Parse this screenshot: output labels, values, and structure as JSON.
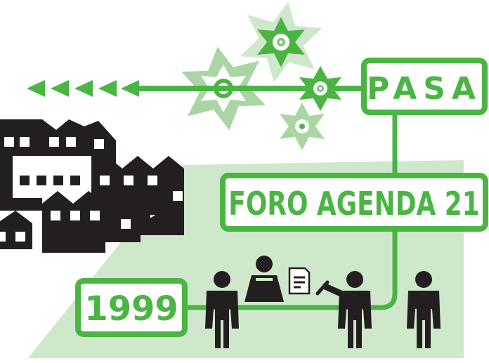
{
  "labels": {
    "pasa": "PASA",
    "foro": "FORO AGENDA 21",
    "year": "1999"
  },
  "colors": {
    "green": "#4bb543",
    "light_green": "#cfe8cb",
    "star_light": "#a9d6a3",
    "star_mid": "#7cc674",
    "dark": "#231f20"
  },
  "icons": [
    "arrowhead-icon",
    "star-gear-icon",
    "house-icon",
    "person-icon",
    "document-icon",
    "pen-icon"
  ]
}
